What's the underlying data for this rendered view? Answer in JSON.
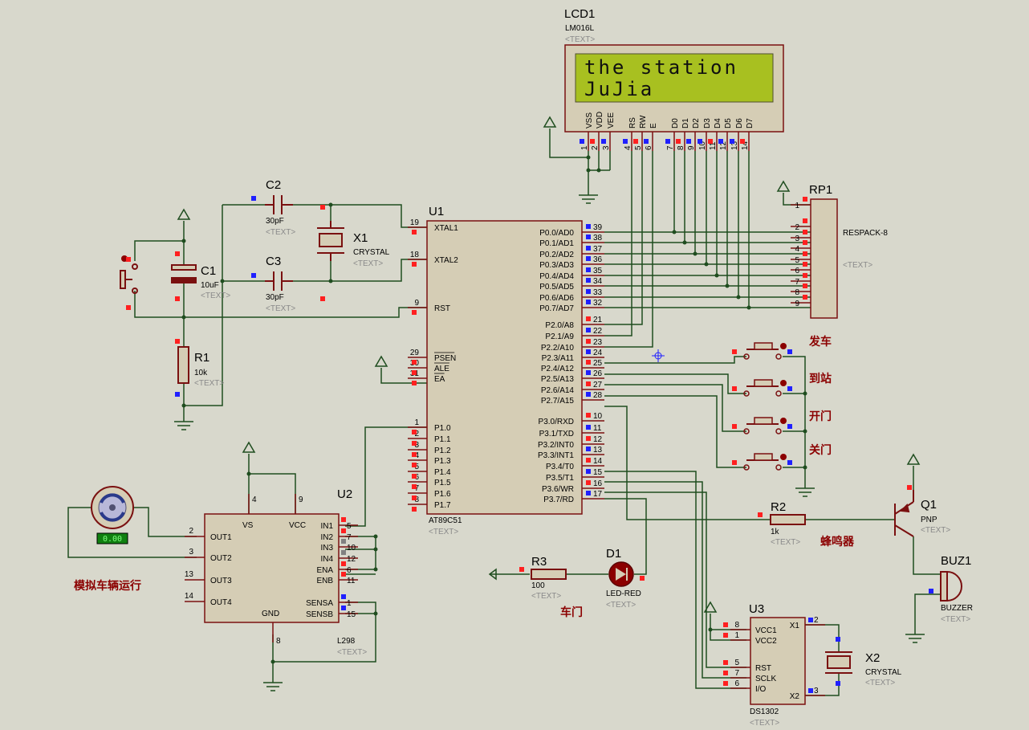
{
  "lcd": {
    "ref": "LCD1",
    "model": "LM016L",
    "tag": "<TEXT>",
    "line1": "the station",
    "line2": "JuJia",
    "pins": [
      "VSS",
      "VDD",
      "VEE",
      "RS",
      "RW",
      "E",
      "D0",
      "D1",
      "D2",
      "D3",
      "D4",
      "D5",
      "D6",
      "D7"
    ],
    "pin_numbers": [
      "1",
      "2",
      "3",
      "4",
      "5",
      "6",
      "7",
      "8",
      "9",
      "10",
      "11",
      "12",
      "13",
      "14"
    ]
  },
  "u1": {
    "ref": "U1",
    "model": "AT89C51",
    "tag": "<TEXT>",
    "left_pins": [
      {
        "num": "19",
        "name": "XTAL1"
      },
      {
        "num": "18",
        "name": "XTAL2"
      },
      {
        "num": "9",
        "name": "RST"
      },
      {
        "num": "29",
        "name": "PSEN"
      },
      {
        "num": "30",
        "name": "ALE"
      },
      {
        "num": "31",
        "name": "EA"
      },
      {
        "num": "1",
        "name": "P1.0"
      },
      {
        "num": "2",
        "name": "P1.1"
      },
      {
        "num": "3",
        "name": "P1.2"
      },
      {
        "num": "4",
        "name": "P1.3"
      },
      {
        "num": "5",
        "name": "P1.4"
      },
      {
        "num": "6",
        "name": "P1.5"
      },
      {
        "num": "7",
        "name": "P1.6"
      },
      {
        "num": "8",
        "name": "P1.7"
      }
    ],
    "right_pins": [
      {
        "num": "39",
        "name": "P0.0/AD0"
      },
      {
        "num": "38",
        "name": "P0.1/AD1"
      },
      {
        "num": "37",
        "name": "P0.2/AD2"
      },
      {
        "num": "36",
        "name": "P0.3/AD3"
      },
      {
        "num": "35",
        "name": "P0.4/AD4"
      },
      {
        "num": "34",
        "name": "P0.5/AD5"
      },
      {
        "num": "33",
        "name": "P0.6/AD6"
      },
      {
        "num": "32",
        "name": "P0.7/AD7"
      },
      {
        "num": "21",
        "name": "P2.0/A8"
      },
      {
        "num": "22",
        "name": "P2.1/A9"
      },
      {
        "num": "23",
        "name": "P2.2/A10"
      },
      {
        "num": "24",
        "name": "P2.3/A11"
      },
      {
        "num": "25",
        "name": "P2.4/A12"
      },
      {
        "num": "26",
        "name": "P2.5/A13"
      },
      {
        "num": "27",
        "name": "P2.6/A14"
      },
      {
        "num": "28",
        "name": "P2.7/A15"
      },
      {
        "num": "10",
        "name": "P3.0/RXD"
      },
      {
        "num": "11",
        "name": "P3.1/TXD"
      },
      {
        "num": "12",
        "name": "P3.2/INT0"
      },
      {
        "num": "13",
        "name": "P3.3/INT1"
      },
      {
        "num": "14",
        "name": "P3.4/T0"
      },
      {
        "num": "15",
        "name": "P3.5/T1"
      },
      {
        "num": "16",
        "name": "P3.6/WR"
      },
      {
        "num": "17",
        "name": "P3.7/RD"
      }
    ]
  },
  "c1": {
    "ref": "C1",
    "value": "10uF",
    "tag": "<TEXT>"
  },
  "c2": {
    "ref": "C2",
    "value": "30pF",
    "tag": "<TEXT>"
  },
  "c3": {
    "ref": "C3",
    "value": "30pF",
    "tag": "<TEXT>"
  },
  "x1": {
    "ref": "X1",
    "value": "CRYSTAL",
    "tag": "<TEXT>"
  },
  "r1": {
    "ref": "R1",
    "value": "10k",
    "tag": "<TEXT>"
  },
  "rp1": {
    "ref": "RP1",
    "value": "RESPACK-8",
    "tag": "<TEXT>",
    "pins": [
      "1",
      "2",
      "3",
      "4",
      "5",
      "6",
      "7",
      "8",
      "9"
    ]
  },
  "u2": {
    "ref": "U2",
    "model": "L298",
    "tag": "<TEXT>",
    "left": [
      {
        "num": "2",
        "name": "OUT1"
      },
      {
        "num": "3",
        "name": "OUT2"
      },
      {
        "num": "13",
        "name": "OUT3"
      },
      {
        "num": "14",
        "name": "OUT4"
      }
    ],
    "top": [
      {
        "num": "4",
        "name": "VS"
      },
      {
        "num": "9",
        "name": "VCC"
      }
    ],
    "right": [
      {
        "num": "5",
        "name": "IN1"
      },
      {
        "num": "7",
        "name": "IN2"
      },
      {
        "num": "10",
        "name": "IN3"
      },
      {
        "num": "12",
        "name": "IN4"
      },
      {
        "num": "6",
        "name": "ENA"
      },
      {
        "num": "11",
        "name": "ENB"
      },
      {
        "num": "1",
        "name": "SENSA"
      },
      {
        "num": "15",
        "name": "SENSB"
      }
    ],
    "bottom": [
      {
        "num": "8",
        "name": "GND"
      }
    ]
  },
  "motor": {
    "readout": "0.00",
    "label": "模拟车辆运行"
  },
  "buttons": {
    "b1": "发车",
    "b2": "到站",
    "b3": "开门",
    "b4": "关门"
  },
  "r2": {
    "ref": "R2",
    "value": "1k",
    "tag": "<TEXT>",
    "label": "蜂鸣器"
  },
  "q1": {
    "ref": "Q1",
    "value": "PNP",
    "tag": "<TEXT>"
  },
  "buz1": {
    "ref": "BUZ1",
    "value": "BUZZER",
    "tag": "<TEXT>"
  },
  "r3": {
    "ref": "R3",
    "value": "100",
    "tag": "<TEXT>"
  },
  "d1": {
    "ref": "D1",
    "value": "LED-RED",
    "tag": "<TEXT>",
    "label": "车门"
  },
  "u3": {
    "ref": "U3",
    "model": "DS1302",
    "tag": "<TEXT>",
    "left": [
      {
        "num": "8",
        "name": "VCC1"
      },
      {
        "num": "1",
        "name": "VCC2"
      },
      {
        "num": "5",
        "name": "RST"
      },
      {
        "num": "7",
        "name": "SCLK"
      },
      {
        "num": "6",
        "name": "I/O"
      }
    ],
    "right": [
      {
        "num": "2",
        "name": "X1"
      },
      {
        "num": "3",
        "name": "X2"
      }
    ]
  },
  "x2": {
    "ref": "X2",
    "value": "CRYSTAL",
    "tag": "<TEXT>"
  },
  "colors": {
    "wire": "#1f4d1f",
    "part": "#7a1010",
    "body": "#d5cdb5",
    "lcd_screen": "#a8c020",
    "pin_red": "#ff2020",
    "pin_blue": "#2020ff",
    "background": "#d8d8cc"
  }
}
